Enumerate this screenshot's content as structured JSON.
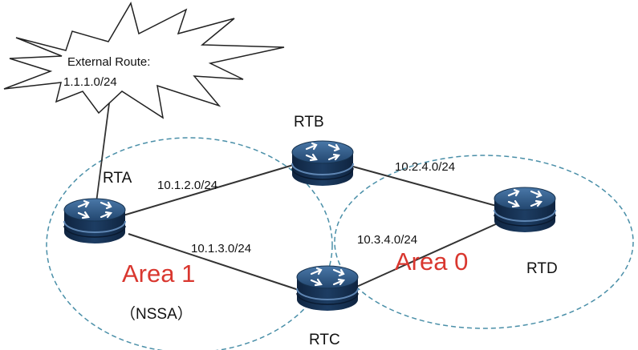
{
  "external": {
    "line1": "External Route:",
    "line2": "1.1.1.0/24"
  },
  "routers": {
    "rta": "RTA",
    "rtb": "RTB",
    "rtc": "RTC",
    "rtd": "RTD"
  },
  "links": {
    "rta_rtb": "10.1.2.0/24",
    "rta_rtc": "10.1.3.0/24",
    "rtb_rtd": "10.2.4.0/24",
    "rtc_rtd": "10.3.4.0/24"
  },
  "areas": {
    "area1": "Area 1",
    "area1_type": "（NSSA）",
    "area0": "Area 0"
  },
  "colors": {
    "router_body": "#1f3f66",
    "router_top": "#2d5b8f",
    "area_label": "#d9372f",
    "area_outline": "#4a8fa8"
  }
}
